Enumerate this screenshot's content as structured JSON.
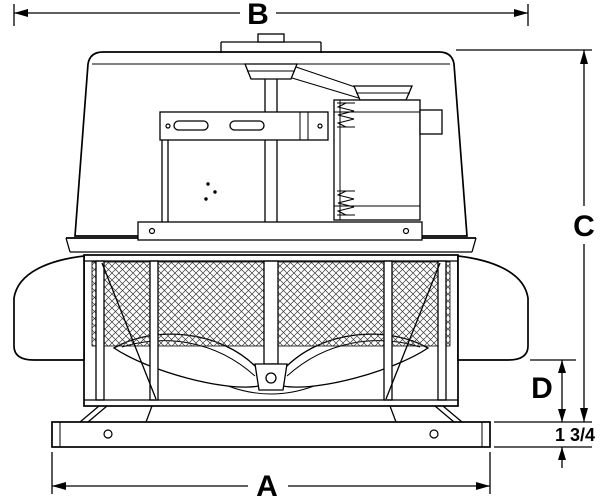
{
  "labels": {
    "a": "A",
    "b": "B",
    "c": "C",
    "d": "D",
    "base_height": "1 3/4"
  },
  "colors": {
    "line": "#000000",
    "background": "#ffffff"
  }
}
